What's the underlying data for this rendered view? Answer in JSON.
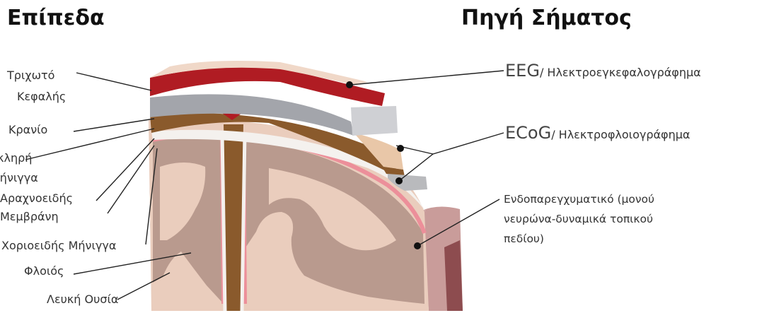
{
  "titles": {
    "levels": "Επίπεδα",
    "signal_source": "Πηγή Σήματος"
  },
  "levels": {
    "scalp_line1": "Τριχωτό",
    "scalp_line2": "Κεφαλής",
    "skull": "Κρανίο",
    "dura_line1": "Σκληρή",
    "dura_line2": "Μήνιγγα",
    "arachnoid_line1": "Αραχνοειδής",
    "arachnoid_line2": "Μεμβράνη",
    "pia": "Χοριοειδής Μήνιγγα",
    "cortex": "Φλοιός",
    "white_matter": "Λευκή Ουσία"
  },
  "sources": {
    "eeg_abbr": "EEG",
    "eeg_full": "/ Ηλεκτροεγκεφαλογράφημα",
    "ecog_abbr": "ECoG",
    "ecog_full": "/ Ηλεκτροφλοιογράφημα",
    "intra_line1": "Ενδοπαρεγχυματικό (μονού",
    "intra_line2": "νευρώνα-δυναμικά τοπικού",
    "intra_line3": "πεδίου)"
  },
  "colors": {
    "scalp": "#b01c23",
    "skull": "#a3a5ab",
    "dura": "#8a5a2c",
    "arachnoid": "#f4f1ee",
    "pia": "#ec8f9a",
    "cortex": "#b99a8e",
    "white_matter": "#eacdbd",
    "side": "#c99c9a"
  }
}
